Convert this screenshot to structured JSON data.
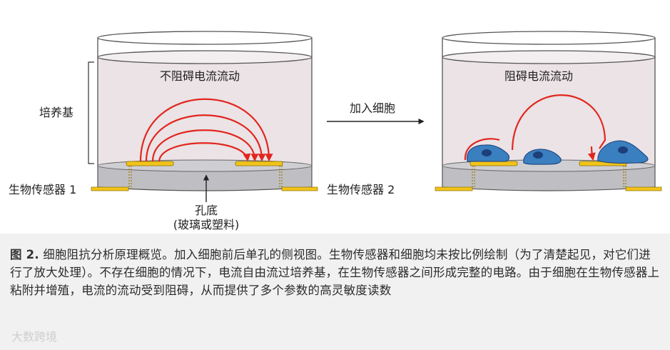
{
  "labels": {
    "medium": "培养基",
    "no_block": "不阻碍电流流动",
    "block": "阻碍电流流动",
    "add_cells": "加入细胞",
    "biosensor1": "生物传感器 1",
    "biosensor2": "生物传感器 2",
    "well_bottom": "孔底",
    "well_material": "(玻璃或塑料)"
  },
  "caption": {
    "fig_label": "图 2.",
    "text": "细胞阻抗分析原理概览。加入细胞前后单孔的侧视图。生物传感器和细胞均未按比例绘制（为了清楚起见，对它们进行了放大处理）。不存在细胞的情况下，电流自由流过培养基，在生物传感器之间形成完整的电路。由于细胞在生物传感器上粘附并增殖，电流的流动受到阻碍，从而提供了多个参数的高灵敏度读数"
  },
  "watermark": "大数跨境",
  "colors": {
    "current": "#e2261f",
    "electrode": "#f2c419",
    "cell": "#3a7fc0",
    "nucleus": "#1d3f7a",
    "medium": "#ebe3e5",
    "plate": "#bfbfc3"
  }
}
